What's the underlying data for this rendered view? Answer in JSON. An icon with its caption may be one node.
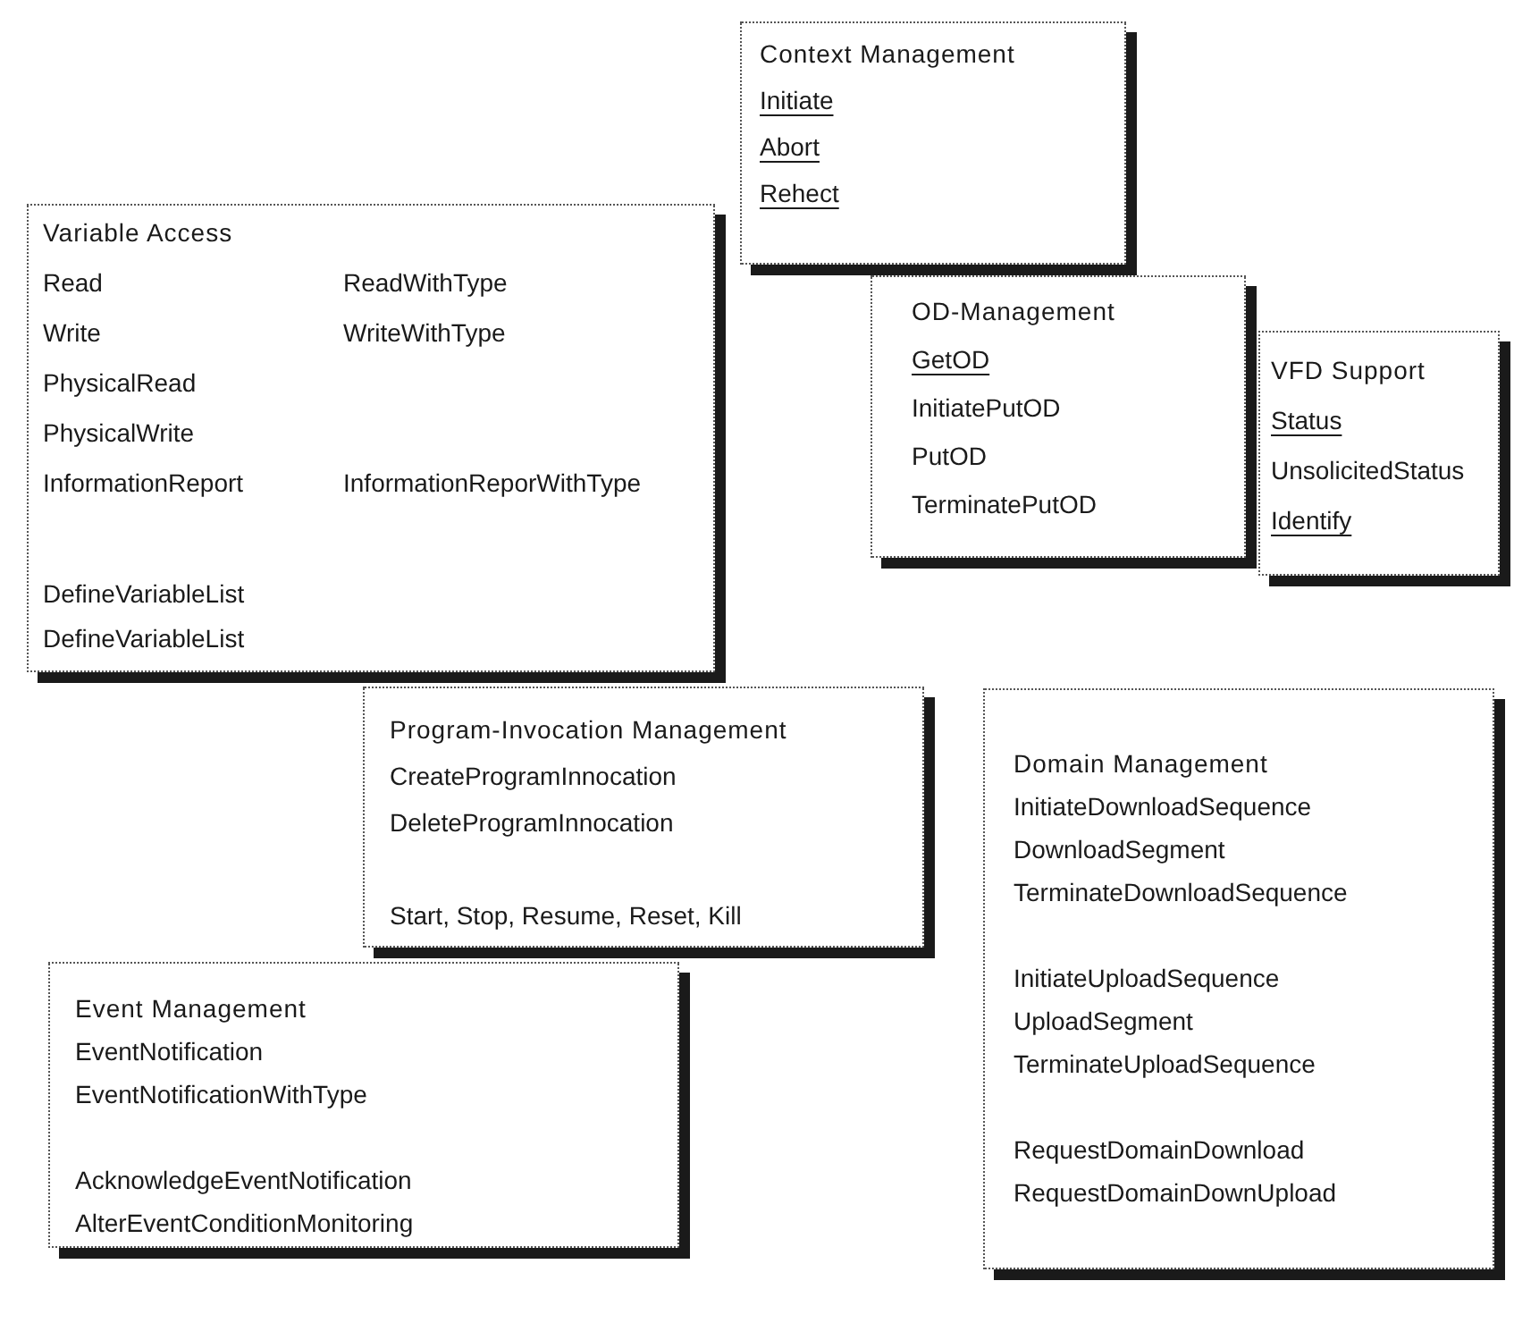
{
  "diagram": {
    "nodes": [
      {
        "text": [
          "Context Management",
          "Initiate",
          "Abort",
          "Rehect"
        ]
      },
      {
        "text": [
          "Variable Access",
          "Read",
          "ReadWithType",
          "Write",
          "WriteWithType",
          "PhysicalRead",
          "PhysicalWrite",
          "InformationReport",
          "InformationReporWithType",
          "DefineVariableList",
          "DefineVariableList"
        ]
      },
      {
        "text": [
          "OD-Management",
          "GetOD",
          "InitiatePutOD",
          "PutOD",
          "TerminatePutOD"
        ]
      },
      {
        "text": [
          "VFD Support",
          "Status",
          "UnsolicitedStatus",
          "Identify"
        ]
      },
      {
        "text": [
          "Program-Invocation Management",
          "CreateProgramInnocation",
          "DeleteProgramInnocation",
          "Start, Stop, Resume, Reset, Kill"
        ]
      },
      {
        "text": [
          "Domain Management",
          "InitiateDownloadSequence",
          "DownloadSegment",
          "TerminateDownloadSequence",
          "InitiateUploadSequence",
          "UploadSegment",
          "TerminateUploadSequence",
          "RequestDomainDownload",
          "RequestDomainDownUpload"
        ]
      },
      {
        "text": [
          "Event Management",
          "EventNotification",
          "EventNotificationWithType",
          "AcknowledgeEventNotification",
          "AlterEventConditionMonitoring"
        ]
      }
    ],
    "edges": []
  }
}
